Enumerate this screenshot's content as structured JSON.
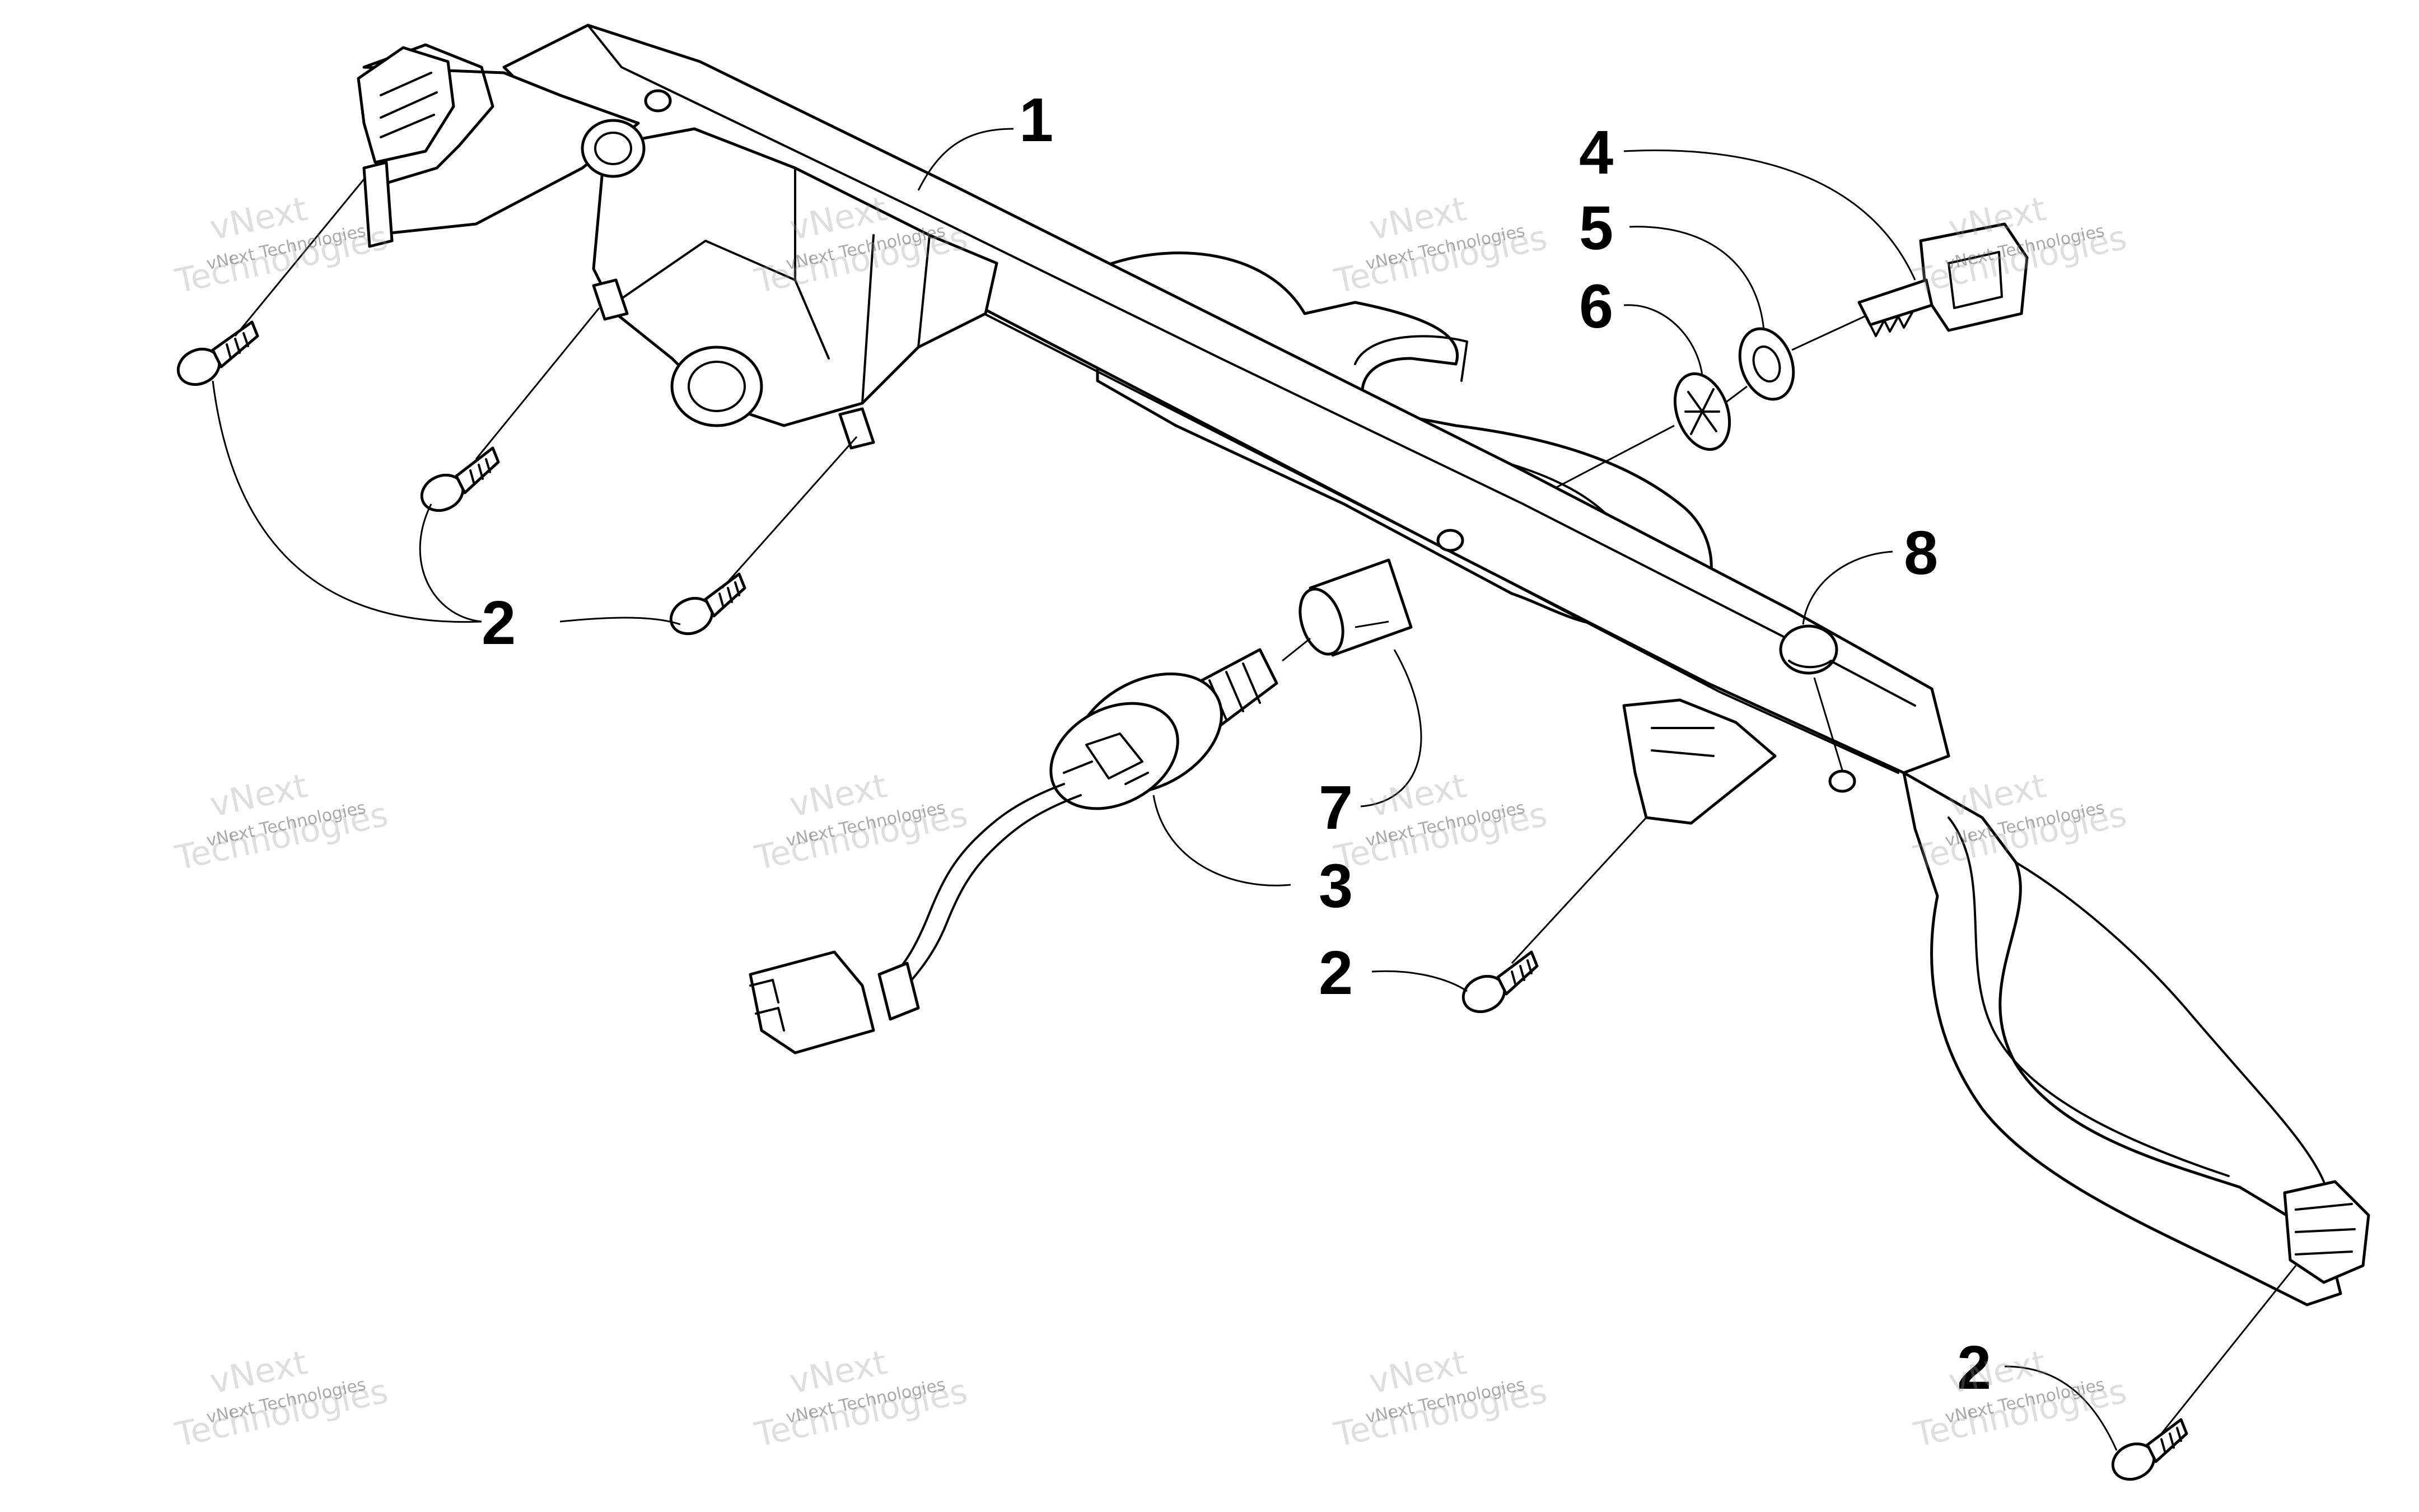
{
  "diagram": {
    "callouts": [
      {
        "id": "c1",
        "label": "1"
      },
      {
        "id": "c2a",
        "label": "2"
      },
      {
        "id": "c2b",
        "label": "2"
      },
      {
        "id": "c2c",
        "label": "2"
      },
      {
        "id": "c3",
        "label": "3"
      },
      {
        "id": "c4",
        "label": "4"
      },
      {
        "id": "c5",
        "label": "5"
      },
      {
        "id": "c6",
        "label": "6"
      },
      {
        "id": "c7",
        "label": "7"
      },
      {
        "id": "c8",
        "label": "8"
      }
    ]
  },
  "watermark": {
    "small_text": "vNext Technologies",
    "big_line1": "vNext",
    "big_line2": "Technologies"
  },
  "colors": {
    "ink": "#000000",
    "paper": "#ffffff",
    "watermark": "#9a9a9a"
  }
}
